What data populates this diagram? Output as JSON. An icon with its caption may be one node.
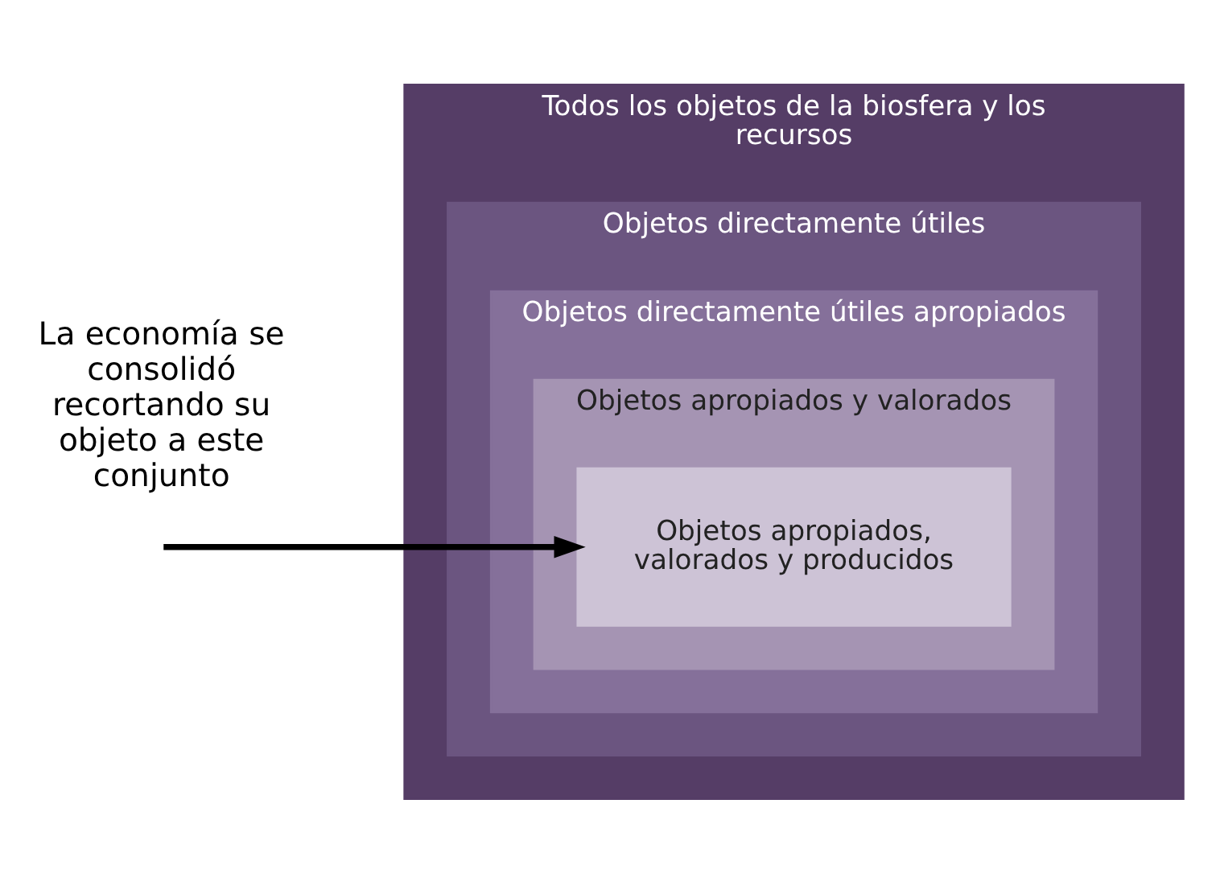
{
  "diagram": {
    "nodes": [
      {
        "text": [
          "Todos los objetos de la biosfera y los recursos"
        ]
      },
      {
        "text": [
          "Objetos directamente útiles"
        ],
        "in": 0
      },
      {
        "text": [
          "Objetos directamente útiles apropiados"
        ],
        "in": 1
      },
      {
        "text": [
          "Objetos apropiados y valorados"
        ],
        "in": 2
      },
      {
        "text": [
          "Objetos apropiados, valorados y producidos"
        ],
        "in": 3
      }
    ],
    "edges": [
      {
        "from": null,
        "to": 4,
        "arrow": "to"
      }
    ],
    "labels": [
      "La economía se consolidó recortando su objeto a este conjunto"
    ]
  }
}
